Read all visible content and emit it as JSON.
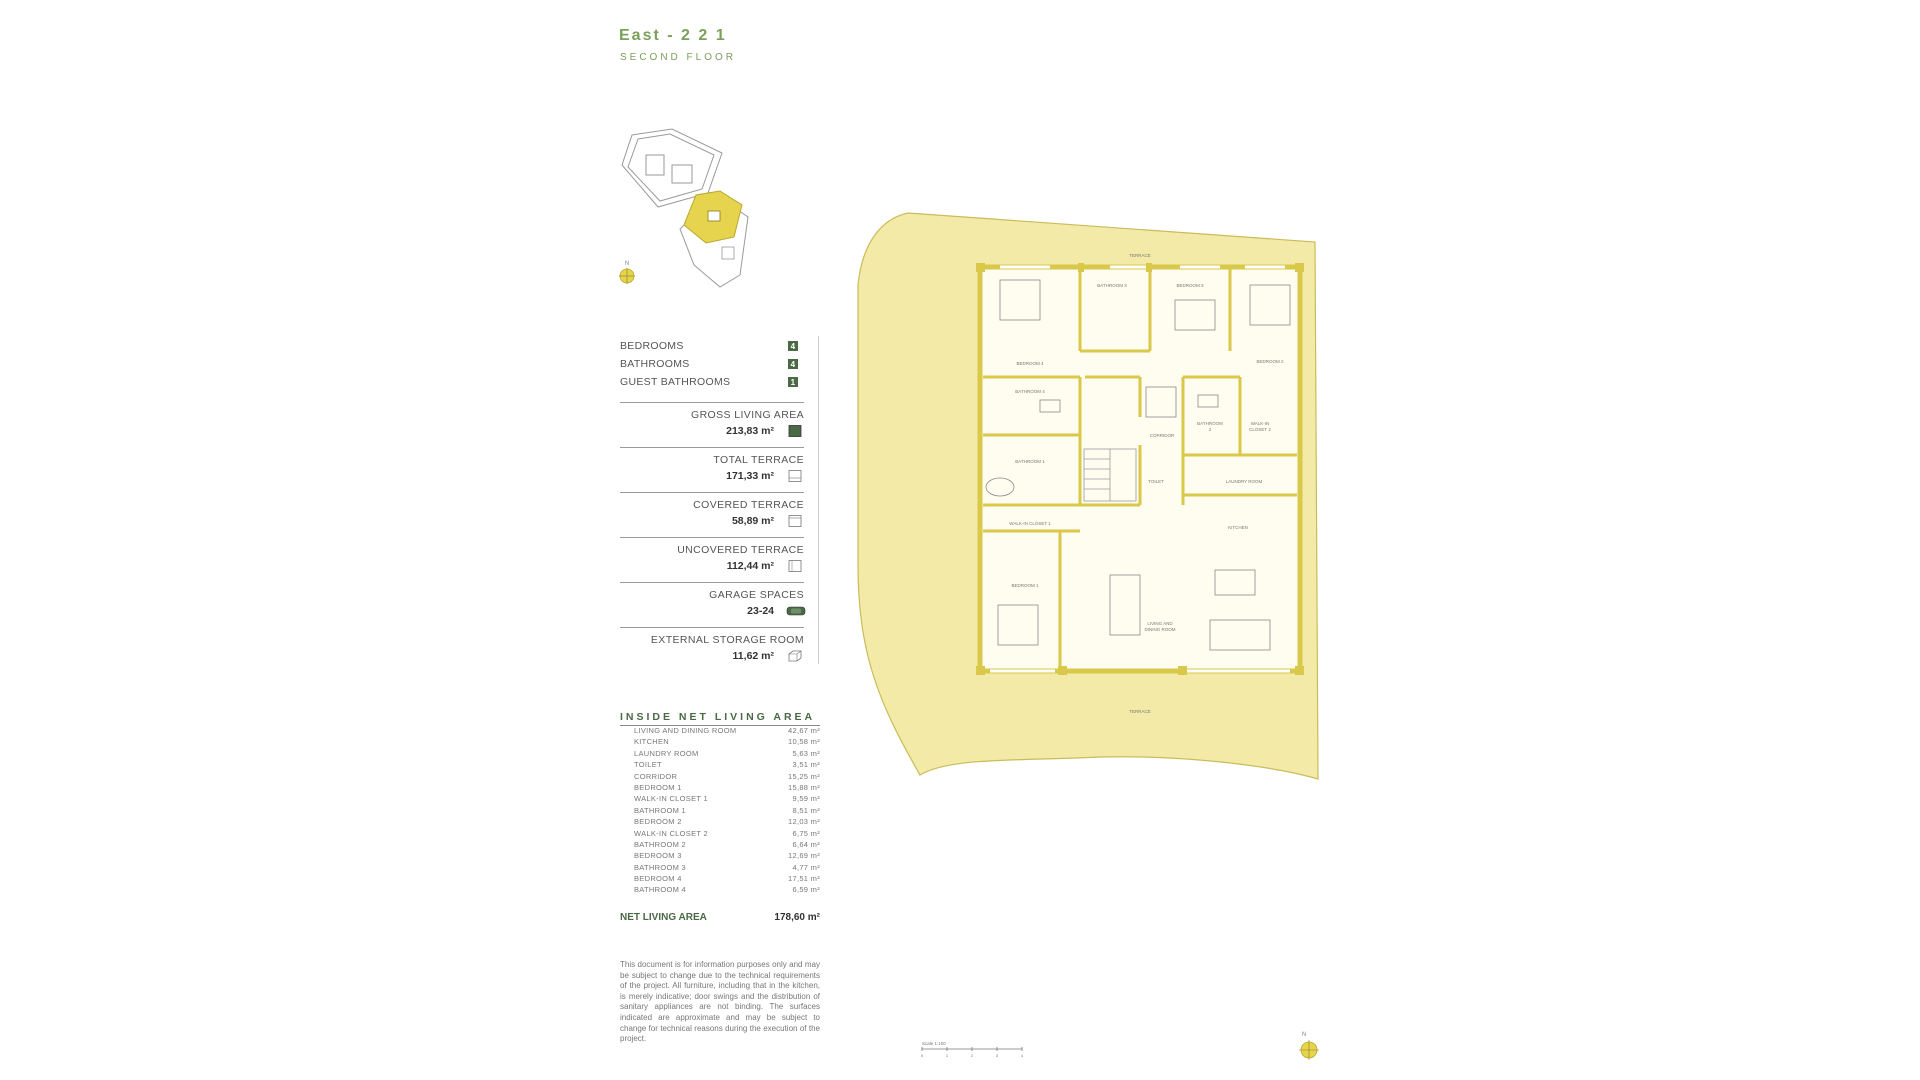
{
  "header": {
    "unit": "East - 2 2 1",
    "floor": "SECOND FLOOR"
  },
  "compass": {
    "north": "N"
  },
  "counts": [
    {
      "label": "BEDROOMS",
      "value": "4"
    },
    {
      "label": "BATHROOMS",
      "value": "4"
    },
    {
      "label": "GUEST BATHROOMS",
      "value": "1"
    }
  ],
  "areas": [
    {
      "label": "GROSS LIVING AREA",
      "value": "213,83 m²",
      "icon": "filled-square-icon"
    },
    {
      "label": "TOTAL TERRACE",
      "value": "171,33 m²",
      "icon": "terrace-icon"
    },
    {
      "label": "COVERED TERRACE",
      "value": "58,89 m²",
      "icon": "covered-terrace-icon"
    },
    {
      "label": "UNCOVERED TERRACE",
      "value": "112,44 m²",
      "icon": "uncovered-terrace-icon"
    },
    {
      "label": "GARAGE SPACES",
      "value": "23-24",
      "icon": "car-icon"
    },
    {
      "label": "EXTERNAL STORAGE ROOM",
      "value": "11,62 m²",
      "icon": "storage-box-icon"
    }
  ],
  "inside_net": {
    "title": "INSIDE NET LIVING AREA",
    "rooms": [
      {
        "name": "LIVING AND DINING ROOM",
        "area": "42,67 m²"
      },
      {
        "name": "KITCHEN",
        "area": "10,58 m²"
      },
      {
        "name": "LAUNDRY ROOM",
        "area": "5,63 m²"
      },
      {
        "name": "TOILET",
        "area": "3,51 m²"
      },
      {
        "name": "CORRIDOR",
        "area": "15,25 m²"
      },
      {
        "name": "BEDROOM 1",
        "area": "15,88 m²"
      },
      {
        "name": "WALK-IN CLOSET 1",
        "area": "9,59 m²"
      },
      {
        "name": "BATHROOM 1",
        "area": "8,51 m²"
      },
      {
        "name": "BEDROOM 2",
        "area": "12,03 m²"
      },
      {
        "name": "WALK-IN CLOSET 2",
        "area": "6,75 m²"
      },
      {
        "name": "BATHROOM 2",
        "area": "6,64 m²"
      },
      {
        "name": "BEDROOM 3",
        "area": "12,69 m²"
      },
      {
        "name": "BATHROOM 3",
        "area": "4,77 m²"
      },
      {
        "name": "BEDROOM 4",
        "area": "17,51 m²"
      },
      {
        "name": "BATHROOM 4",
        "area": "6,59 m²"
      }
    ],
    "net_label": "NET LIVING AREA",
    "net_value": "178,60 m²"
  },
  "disclaimer": "This document is for information purposes only and may be subject to change due to the technical requirements of the project. All furniture, including that in the kitchen, is merely indicative; door swings and the distribution of sanitary appliances are not binding. The surfaces indicated are approximate and may be subject to change for technical reasons during the execution of the project.",
  "plan_labels": {
    "terrace_top": "TERRACE",
    "terrace_bottom": "TERRACE",
    "bedroom1": "BEDROOM 1",
    "bedroom2": "BEDROOM 2",
    "bedroom3": "BEDROOM 3",
    "bedroom4": "BEDROOM 4",
    "bathroom1": "BATHROOM 1",
    "bathroom2a": "BATHROOM",
    "bathroom2b": "2",
    "bathroom3": "BATHROOM 3",
    "bathroom4": "BATHROOM 4",
    "walkin1": "WALK-IN CLOSET 1",
    "walkin2a": "WALK-IN",
    "walkin2b": "CLOSET 2",
    "corridor": "CORRIDOR",
    "toilet": "TOILET",
    "laundry": "LAUNDRY ROOM",
    "kitchen": "KITCHEN",
    "living_a": "LIVING AND",
    "living_b": "DINING ROOM"
  },
  "scale": {
    "label": "Scale 1:100",
    "ticks": [
      "0",
      "1",
      "2",
      "3",
      "4"
    ]
  },
  "colors": {
    "accent": "#7aa05a",
    "terrace": "#f3eaa7",
    "wall": "#d9c84a",
    "dark_green": "#4a6a45"
  }
}
